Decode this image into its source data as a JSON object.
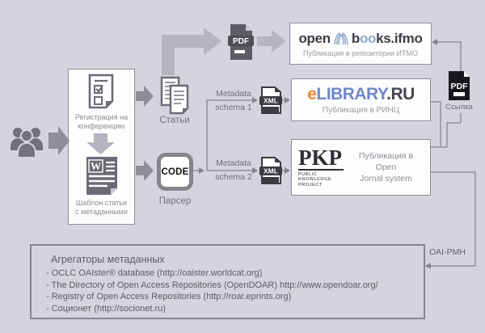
{
  "diagram": {
    "registration": {
      "step1_line1": "Регистрация на",
      "step1_line2": "конференцию",
      "step2_line1": "Шаблон статьи",
      "step2_line2": "с метаданными"
    },
    "articles_label": "Статьи",
    "parser": {
      "code": "CODE",
      "label": "Парсер"
    },
    "pdf_file_label": "PDF",
    "xml_file_label": "XML",
    "metadata1_line1": "Metadata",
    "metadata1_line2": "schema 1",
    "metadata2_line1": "Metadata",
    "metadata2_line2": "schema 2",
    "openbooks": {
      "part1": "open",
      "part2": "b",
      "part3": "oo",
      "part4": "ks.ifmo",
      "caption": "Публикация в репозитории ИТМО"
    },
    "elibrary": {
      "e": "e",
      "library": "LIBRARY",
      "ru": ".RU",
      "caption": "Публикация в РИНЦ"
    },
    "pkp": {
      "logo": "PKP",
      "sub1": "PUBLIC",
      "sub2": "KNOWLEDGE",
      "sub3": "PROJECT",
      "caption_line1": "Публикация в Open",
      "caption_line2": "Jornal system"
    },
    "link": {
      "file_label": "PDF",
      "label": "Ссылка"
    },
    "oai_pmh_label": "OAI-PMH",
    "aggregators": {
      "title": "Агрегаторы метаданных",
      "items": [
        "- OCLC OAIster® database (http://oaister.worldcat.org)",
        "- The Directory of Open Access Repositories (OpenDOAR) http://www.opendoar.org/",
        "- Registry of Open Access Repositories (http://roar.eprints.org)",
        "- Соционет (http://socionet.ru)"
      ]
    },
    "colors": {
      "background": "#d5d3de",
      "box_bg": "#fdfdfe",
      "box_border": "#8f8d99",
      "arrow_dark": "#8e8e98",
      "arrow_light": "#b6b4bf",
      "thin_line": "#85858f",
      "icon_gray": "#6b6b76",
      "elibrary_orange": "#e8882a",
      "elibrary_blue": "#6e88c7",
      "books_blue": "#8ba6c8",
      "dark_file": "#17171c"
    }
  }
}
